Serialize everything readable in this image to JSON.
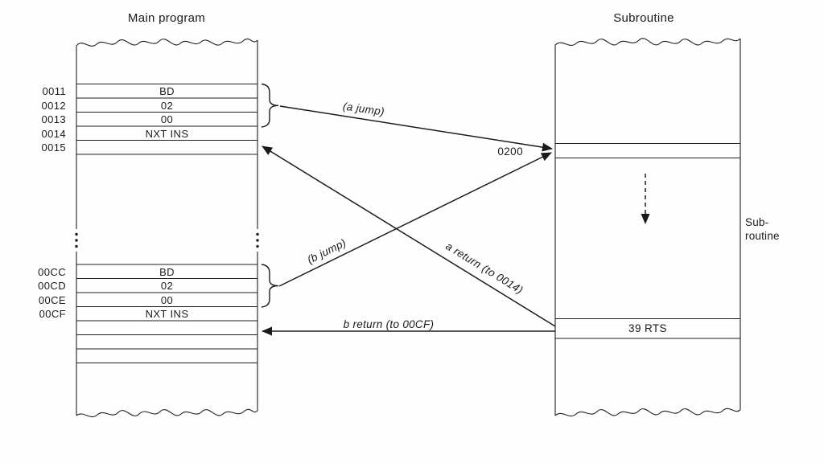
{
  "figure": {
    "main_program": {
      "title": "Main program",
      "rows": [
        {
          "address": "0011",
          "value": "BD"
        },
        {
          "address": "0012",
          "value": "02"
        },
        {
          "address": "0013",
          "value": "00"
        },
        {
          "address": "0014",
          "value": "NXT INS"
        },
        {
          "address": "0015",
          "value": ""
        },
        {
          "address": "00CC",
          "value": "BD"
        },
        {
          "address": "00CD",
          "value": "02"
        },
        {
          "address": "00CE",
          "value": "00"
        },
        {
          "address": "00CF",
          "value": "NXT INS"
        }
      ]
    },
    "subroutine": {
      "title": "Subroutine",
      "entry_address": "0200",
      "return_row": "39 RTS",
      "side_label": "Sub-routine"
    },
    "arrow_labels": {
      "a_jump": "(a jump)",
      "b_jump": "(b jump)",
      "a_return": "a return (to 0014)",
      "b_return": "b return (to 00CF)"
    },
    "colors": {
      "ink": "#1a1a1a",
      "background": "#ffffff"
    }
  }
}
